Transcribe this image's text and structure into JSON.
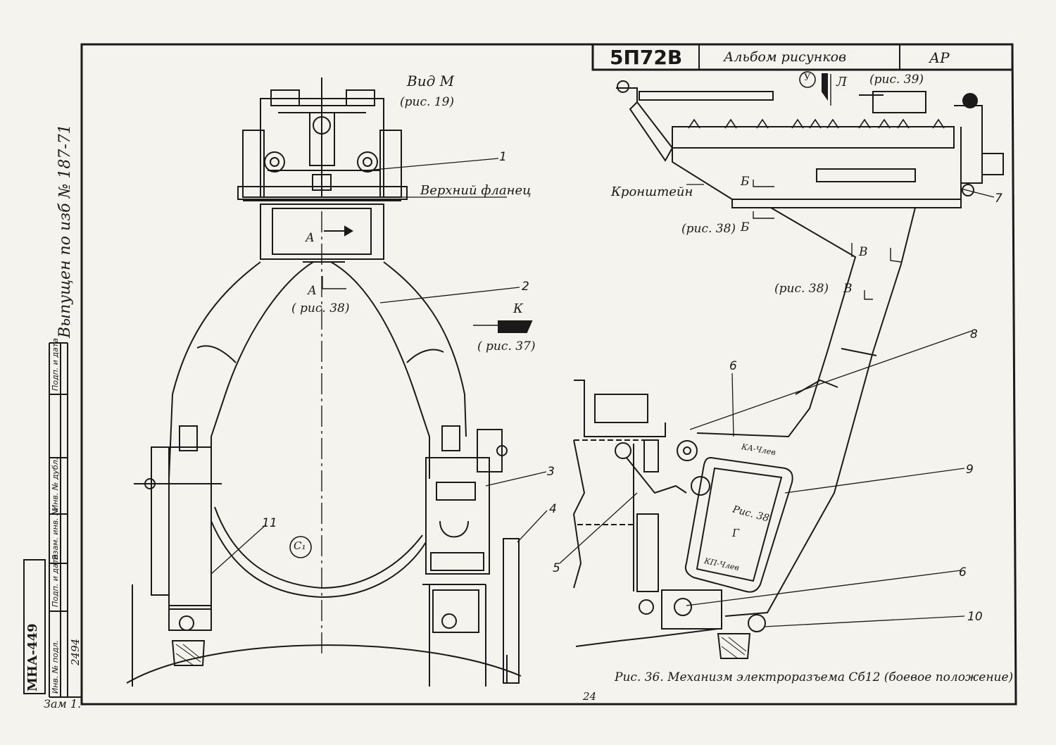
{
  "title_block": {
    "doc_code": "5П72В",
    "album": "Альбом   рисунков",
    "series": "АР"
  },
  "left_view": {
    "view_label": "Вид М",
    "view_ref": "(рис. 19)",
    "flange_label": "Верхний фланец",
    "section_a_top": "А",
    "section_a_bottom": "А",
    "section_a_ref": "( рис. 38)",
    "view_k": "К",
    "view_k_ref": "( рис. 37)",
    "callout_c1": "С₁",
    "parts": [
      "1",
      "2",
      "3",
      "4",
      "11"
    ]
  },
  "right_view": {
    "view_u": "У",
    "view_l": "Л",
    "ref_39": "(рис. 39)",
    "bracket_label": "Кронштейн",
    "section_b_top": "Б",
    "section_b_bottom": "Б",
    "ref_38_b": "(рис. 38)",
    "section_v_top": "В",
    "section_v_bottom": "В",
    "ref_38_v": "(рис. 38)",
    "plate_top": "КА-Члев",
    "plate_bottom": "КП-Члев",
    "plate_ref": "Рис. 38",
    "section_g": "Г",
    "parts": [
      "5",
      "6",
      "6",
      "7",
      "8",
      "9",
      "10"
    ]
  },
  "caption": "Рис. 36. Механизм электроразъема Сб12 (боевое положение)",
  "page_number": "24",
  "margin": {
    "issued": "Выпущен по изб № 187-71",
    "stamp_code": "МНА-449",
    "inv_number": "2494",
    "change": "Зам 1.",
    "stamp_cells": [
      "Инв. № подл.",
      "Подп. и дата",
      "Взам. инв. №",
      "Инв. № дубл.",
      "Подп. и дата"
    ]
  }
}
